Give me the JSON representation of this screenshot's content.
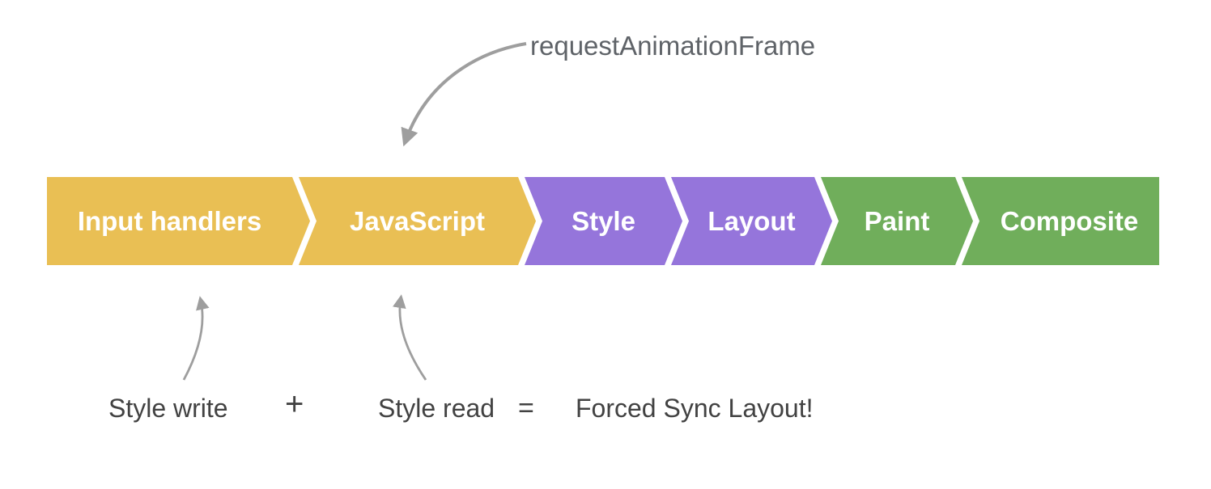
{
  "annotations": {
    "raf_label": "requestAnimationFrame",
    "style_write": "Style write",
    "plus_sign": "+",
    "style_read": "Style read",
    "equals_sign": "=",
    "result": "Forced Sync Layout!"
  },
  "pipeline": {
    "stages": [
      {
        "label": "Input handlers",
        "color": "#E9BF54"
      },
      {
        "label": "JavaScript",
        "color": "#E9BF54"
      },
      {
        "label": "Style",
        "color": "#9575DB"
      },
      {
        "label": "Layout",
        "color": "#9575DB"
      },
      {
        "label": "Paint",
        "color": "#70AE5B"
      },
      {
        "label": "Composite",
        "color": "#70AE5B"
      }
    ]
  },
  "icons": {
    "raf_arrow": "curved-arrow-down-left",
    "style_write_arrow": "curved-arrow-up",
    "style_read_arrow": "curved-arrow-up"
  },
  "colors": {
    "background": "#FFFFFF",
    "stage_text": "#FFFFFF",
    "arrow_gray": "#9E9E9E",
    "raf_text": "#5F6368",
    "annotation_text": "#424242"
  }
}
